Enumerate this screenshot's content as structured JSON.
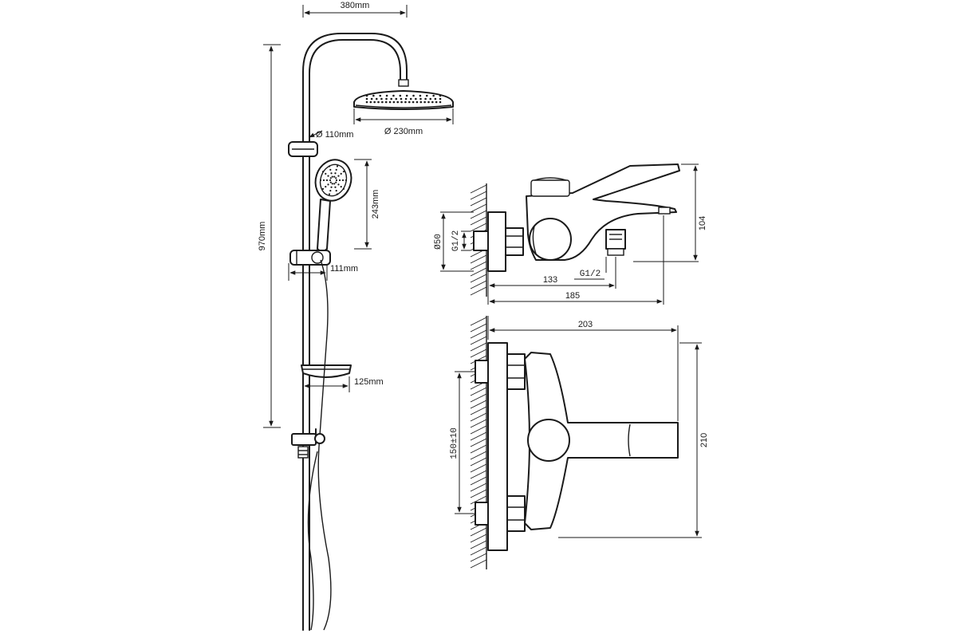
{
  "shower_system": {
    "width_label": "380mm",
    "height_label": "970mm",
    "head_diameter_label": "Ø 230mm",
    "pipe_diameter_label": "Ø 110mm",
    "handset_length_label": "243mm",
    "holder_offset_label": "111mm",
    "soap_dish_label": "125mm"
  },
  "mixer_side": {
    "diameter_label": "Ø50",
    "thread_in_label": "G1/2",
    "thread_out_label": "G1/2",
    "spout_depth_label": "133",
    "total_depth_label": "185",
    "height_label": "104"
  },
  "mixer_top": {
    "width_label": "203",
    "centers_label": "150±10",
    "depth_label": "210"
  }
}
